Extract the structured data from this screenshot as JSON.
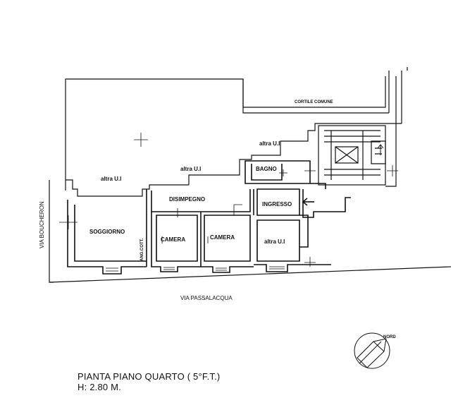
{
  "rooms": {
    "soggiorno": "SOGGIORNO",
    "disimpegno": "DISIMPEGNO",
    "camera_1": "CAMERA",
    "camera_2": "CAMERA",
    "bagno": "BAGNO",
    "ingresso": "INGRESSO",
    "ang_cott": "ANG.COTT."
  },
  "neighbours": {
    "left": "altra U.I",
    "center": "altra U.I",
    "right_top": "altra U.I",
    "bottom_right": "altra U.I"
  },
  "streets": {
    "cortile": "CORTILE COMUNE",
    "boucheron": "VIA BOUCHERON",
    "passalacqua": "VIA PASSALACQUA"
  },
  "compass": {
    "label": "NORD",
    "icon": "north-arrow-icon"
  },
  "title": {
    "line1": "PIANTA PIANO QUARTO ( 5°F.T.)",
    "line2": "H: 2.80 M."
  },
  "colors": {
    "ink": "#111111",
    "background": "#ffffff"
  }
}
